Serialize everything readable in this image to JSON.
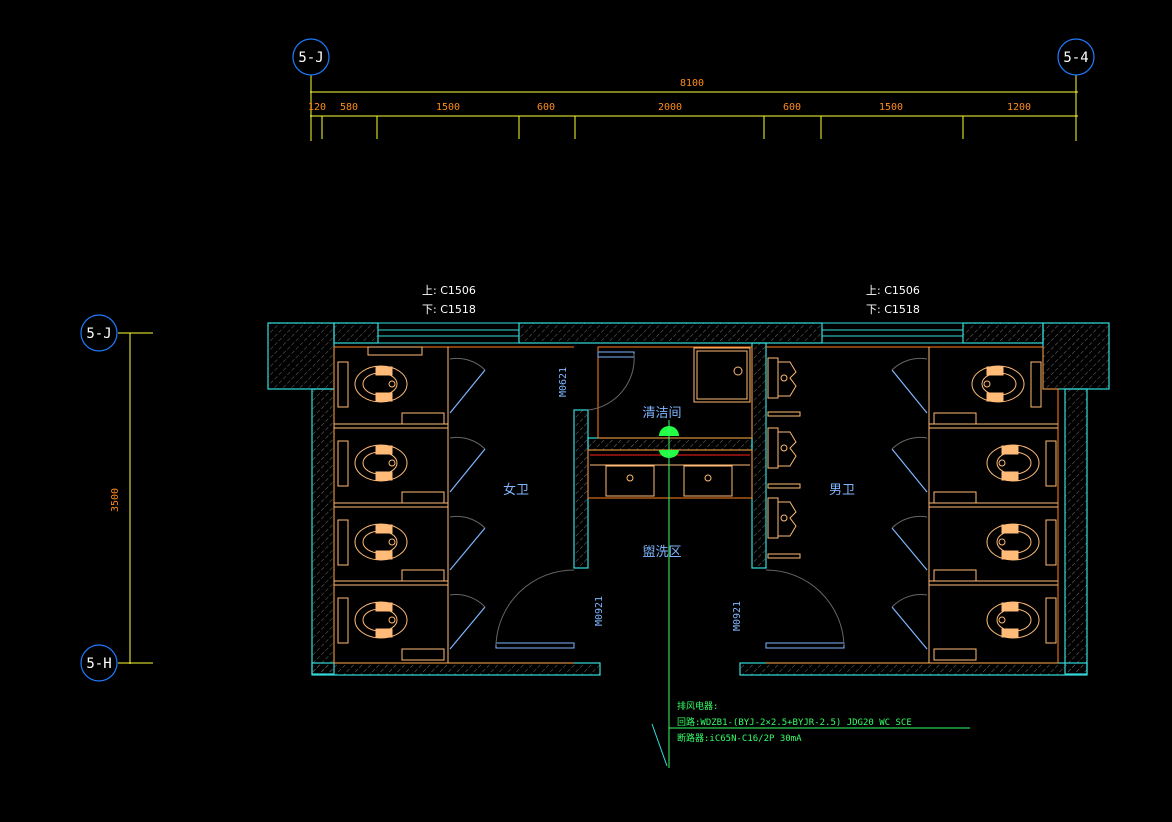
{
  "drawing": {
    "colors": {
      "background": "#000000",
      "dimension_line": "#ffff33",
      "dimension_text": "#ff8c1a",
      "axis_bubble": "#1e7bff",
      "wall_outline": "#33dddd",
      "fixture": "#ffbb77",
      "inner_outline": "#ff8020",
      "door_leaf": "#7fb6ff",
      "hatch": "#777777",
      "wiring": "#33ff66",
      "leader": "#33dddd"
    },
    "axes": {
      "top_left": "5-J",
      "top_right": "5-4",
      "left_top": "5-J",
      "left_bottom": "5-H"
    },
    "dimensions": {
      "overall_horizontal": "8100",
      "segments": [
        "120",
        "580",
        "1500",
        "600",
        "2000",
        "600",
        "1500",
        "1200"
      ],
      "overall_vertical": "3500"
    },
    "windows": {
      "left": {
        "upper": "上: C1506",
        "lower": "下: C1518"
      },
      "right": {
        "upper": "上: C1506",
        "lower": "下: C1518"
      }
    },
    "rooms": {
      "womens": "女卫",
      "mens": "男卫",
      "janitor": "清洁间",
      "washroom": "盥洗区"
    },
    "doors": {
      "janitor_door": "M0621",
      "womens_door": "M0921",
      "mens_door": "M0921"
    },
    "wiring_note": {
      "title": "排风电器:",
      "line1": "回路:WDZB1-(BYJ-2×2.5+BYJR-2.5) JDG20 WC SCE",
      "line2": "断路器:iC65N-C16/2P 30mA"
    }
  }
}
